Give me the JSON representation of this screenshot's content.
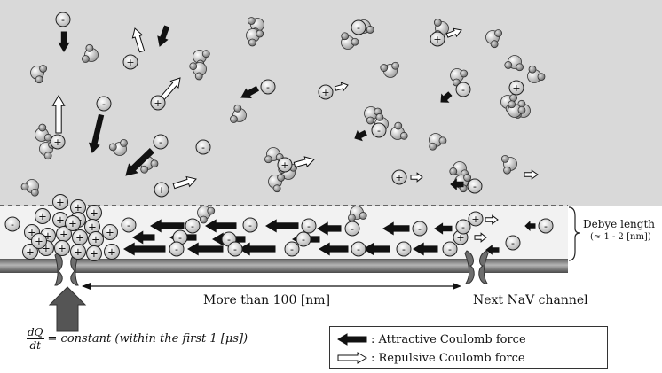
{
  "labels": {
    "debye_title": "Debye length",
    "debye_range": "(≈ 1 - 2 [nm])",
    "distance": "More than 100 [nm]",
    "next_channel": "Next NaV channel"
  },
  "formula": {
    "numerator": "dQ",
    "denominator": "dt",
    "rest": "= constant (within the first 1 [μs])"
  },
  "legend": {
    "attractive": ": Attractive Coulomb force",
    "repulsive": ": Repulsive Coulomb force"
  },
  "ion_symbols": {
    "positive": "+",
    "negative": "-"
  },
  "colors": {
    "bulk_fill": "#d9d9d9",
    "debye_fill": "#f2f2f2",
    "membrane": "#8c8c8c",
    "channel": "#6e6e6e",
    "attractive_arrow": "#111111",
    "repulsive_arrow": "#ffffff"
  }
}
